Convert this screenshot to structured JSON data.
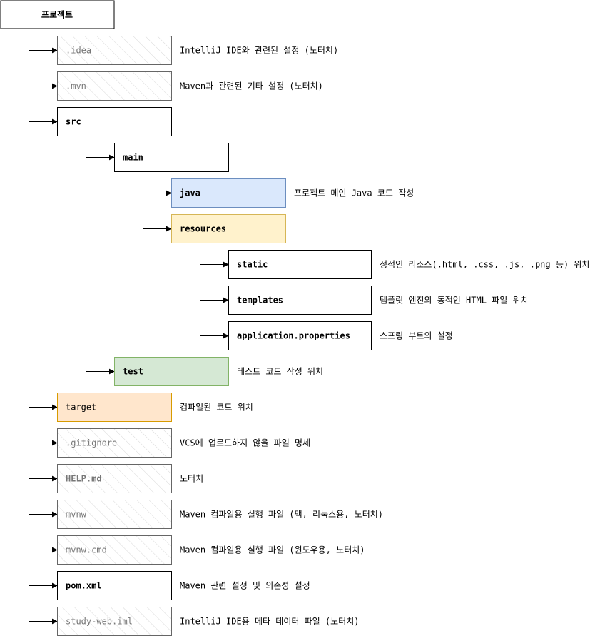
{
  "root": {
    "label": "프로젝트"
  },
  "nodes": [
    {
      "id": "idea",
      "label": ".idea",
      "style": "hatched",
      "bold": false,
      "desc": "IntelliJ IDE와 관련된 설정 (노터치)"
    },
    {
      "id": "mvn",
      "label": ".mvn",
      "style": "hatched",
      "bold": false,
      "desc": "Maven과 관련된 기타 설정 (노터치)"
    },
    {
      "id": "src",
      "label": "src",
      "style": "plain",
      "bold": true,
      "desc": ""
    },
    {
      "id": "main",
      "label": "main",
      "style": "plain",
      "bold": true,
      "desc": ""
    },
    {
      "id": "java",
      "label": "java",
      "style": "blue",
      "bold": true,
      "desc": "프로젝트 메인 Java 코드 작성"
    },
    {
      "id": "resources",
      "label": "resources",
      "style": "yellow",
      "bold": true,
      "desc": ""
    },
    {
      "id": "static",
      "label": "static",
      "style": "plain",
      "bold": true,
      "desc": "정적인 리소스(.html, .css, .js, .png 등) 위치"
    },
    {
      "id": "templates",
      "label": "templates",
      "style": "plain",
      "bold": true,
      "desc": "템플릿 엔진의 동적인 HTML 파일 위치"
    },
    {
      "id": "application-properties",
      "label": "application.properties",
      "style": "plain",
      "bold": true,
      "desc": "스프링 부트의 설정"
    },
    {
      "id": "test",
      "label": "test",
      "style": "green",
      "bold": true,
      "desc": "테스트 코드 작성 위치"
    },
    {
      "id": "target",
      "label": "target",
      "style": "orange",
      "bold": false,
      "desc": "컴파일된 코드 위치"
    },
    {
      "id": "gitignore",
      "label": ".gitignore",
      "style": "hatched",
      "bold": false,
      "desc": "VCS에 업로드하지 않을 파일 명세"
    },
    {
      "id": "help-md",
      "label": "HELP.md",
      "style": "hatched",
      "bold": true,
      "desc": "노터치"
    },
    {
      "id": "mvnw",
      "label": "mvnw",
      "style": "hatched",
      "bold": false,
      "desc": "Maven 컴파일용 실행 파일 (맥, 리눅스용, 노터치)"
    },
    {
      "id": "mvnw-cmd",
      "label": "mvnw.cmd",
      "style": "hatched",
      "bold": false,
      "desc": "Maven 컴파일용 실행 파일 (윈도우용, 노터치)"
    },
    {
      "id": "pom-xml",
      "label": "pom.xml",
      "style": "plain",
      "bold": true,
      "desc": "Maven 관련 설정 및 의존성 설정"
    },
    {
      "id": "study-web-iml",
      "label": "study-web.iml",
      "style": "hatched",
      "bold": false,
      "desc": "IntelliJ IDE용 메타 데이터 파일 (노터치)"
    }
  ],
  "colors": {
    "stroke": "#000000",
    "hatched_stroke": "#666666",
    "hatched_text": "#777777",
    "blue_fill": "#dae8fc",
    "blue_stroke": "#6c8ebf",
    "yellow_fill": "#fff2cc",
    "yellow_stroke": "#d6b656",
    "green_fill": "#d5e8d4",
    "green_stroke": "#82b366",
    "orange_fill": "#ffe6cc",
    "orange_stroke": "#d79b00"
  }
}
